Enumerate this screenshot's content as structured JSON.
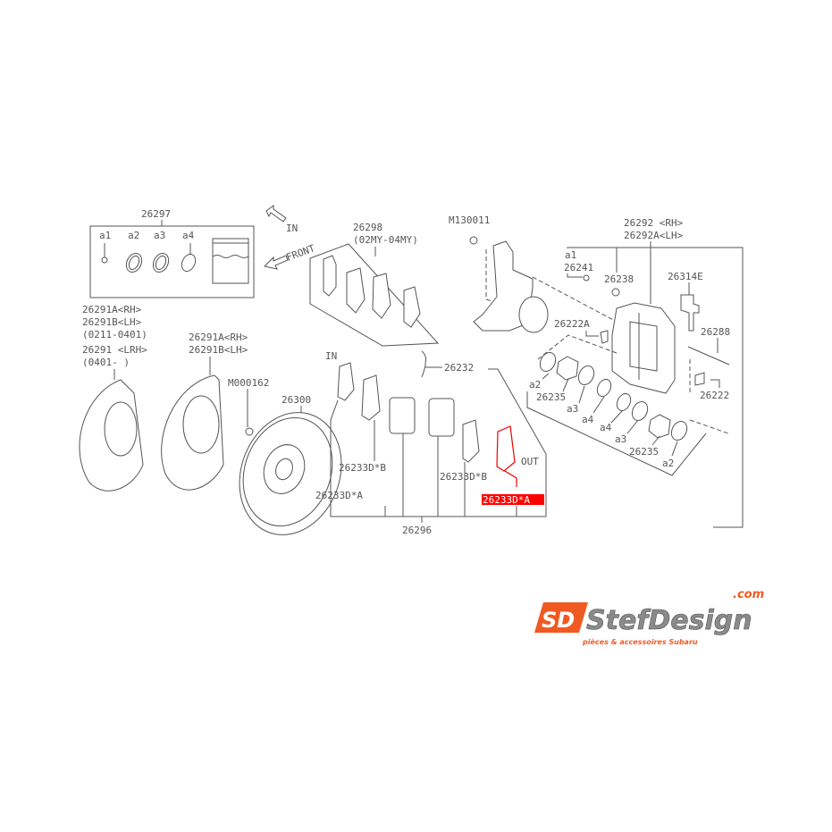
{
  "diagram": {
    "kit_box": {
      "part": "26297",
      "items": [
        "a1",
        "a2",
        "a3",
        "a4"
      ]
    },
    "direction_arrows": {
      "in": "IN",
      "front": "FRONT"
    },
    "pad_set_top": {
      "part": "26298",
      "years": "(02MY-04MY)"
    },
    "knuckle_bolt": "M130011",
    "caliper": {
      "rh": "26292 <RH>",
      "lh": "26292A<LH>"
    },
    "bleeder": {
      "kit_ref": "a1",
      "part": "26241"
    },
    "caliper_bolt": "26238",
    "pad_clip": "26314E",
    "shim_a": "26222A",
    "pin": "26288",
    "shim": "26222",
    "pistons_left": [
      "a2",
      "26235",
      "a3",
      "a4"
    ],
    "pistons_right": [
      "a4",
      "a3",
      "26235",
      "a2"
    ],
    "backing_plate_left": [
      "26291A<RH>",
      "26291B<LH>",
      "(0211-0401)",
      "26291 <LRH>",
      "(0401-     )"
    ],
    "backing_plate_mid": [
      "26291A<RH>",
      "26291B<LH>"
    ],
    "rotor_bolt": "M000162",
    "rotor": "26300",
    "pad_set": {
      "in_label": "IN",
      "out_label": "OUT",
      "part": "26232",
      "shim_b_in": "26233D*B",
      "shim_a_in": "26233D*A",
      "shim_b_out": "26233D*B",
      "shim_a_out_highlighted": "26233D*A",
      "pad_group": "26296"
    },
    "highlight_color": "#ff0000"
  },
  "logo": {
    "brand": "StefDesign",
    "tld": ".com",
    "tagline": "pièces & accessoires Subaru",
    "monogram": "SD",
    "accent": "#f05a22"
  }
}
